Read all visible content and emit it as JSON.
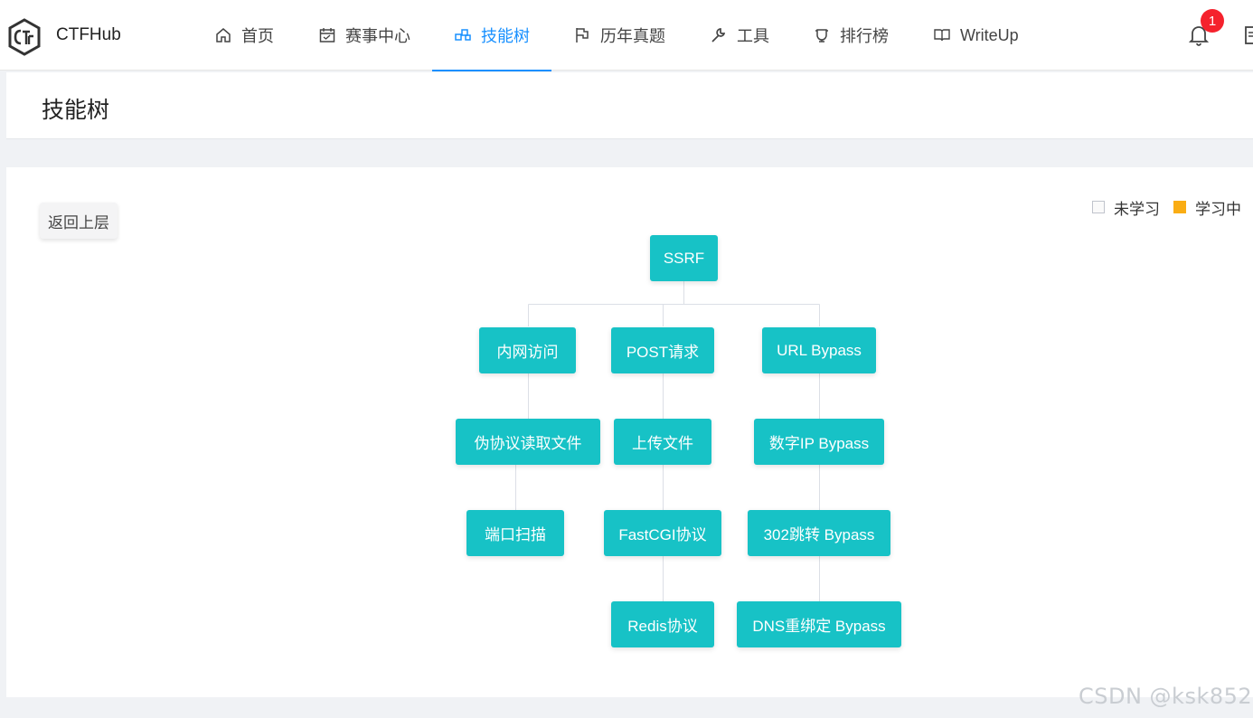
{
  "header": {
    "brand": "CTFHub",
    "nav": [
      {
        "label": "首页",
        "icon": "home-icon"
      },
      {
        "label": "赛事中心",
        "icon": "calendar-icon"
      },
      {
        "label": "技能树",
        "icon": "skill-tree-icon",
        "active": true
      },
      {
        "label": "历年真题",
        "icon": "flag-icon"
      },
      {
        "label": "工具",
        "icon": "wrench-icon"
      },
      {
        "label": "排行榜",
        "icon": "trophy-icon"
      },
      {
        "label": "WriteUp",
        "icon": "book-icon"
      }
    ],
    "notification_count": "1"
  },
  "page": {
    "title": "技能树",
    "back_button": "返回上层",
    "legend": {
      "unlearned": "未学习",
      "learning": "学习中"
    }
  },
  "tree": {
    "root": "SSRF",
    "nodes": {
      "intranet": "内网访问",
      "post": "POST请求",
      "url_bypass": "URL Bypass",
      "pseudo_protocol": "伪协议读取文件",
      "upload": "上传文件",
      "ip_bypass": "数字IP Bypass",
      "port_scan": "端口扫描",
      "fastcgi": "FastCGI协议",
      "redirect_bypass": "302跳转 Bypass",
      "redis": "Redis协议",
      "dns_bypass": "DNS重绑定 Bypass"
    }
  },
  "colors": {
    "accent": "#1890ff",
    "node": "#17c2c6",
    "learning": "#faad14",
    "badge": "#f5222d"
  },
  "watermark": "CSDN @ksk852"
}
